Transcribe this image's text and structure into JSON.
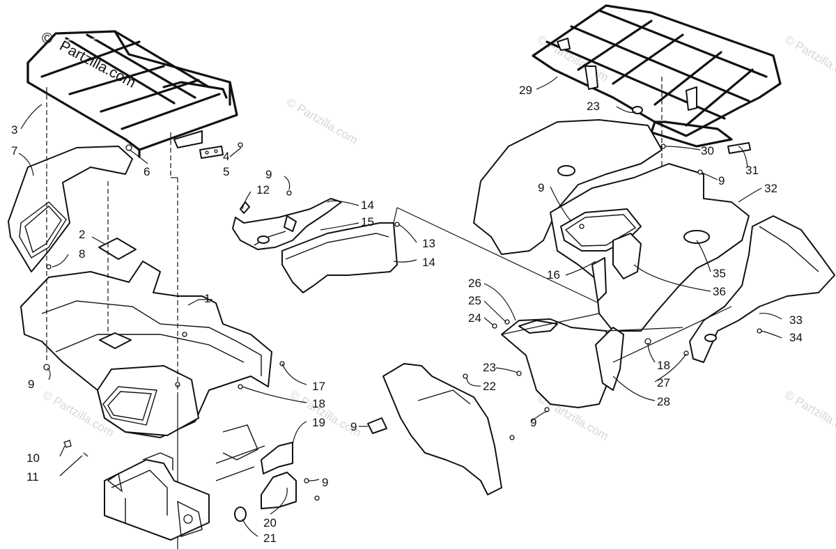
{
  "brand": {
    "copyright_symbol": "©",
    "name": "Partzilla.com"
  },
  "watermark_text": "© Partzilla.com",
  "callouts": {
    "c1": "1",
    "c2": "2",
    "c3": "3",
    "c4": "4",
    "c5": "5",
    "c6": "6",
    "c7": "7",
    "c8": "8",
    "c9a": "9",
    "c9b": "9",
    "c9c": "9",
    "c9d": "9",
    "c9e": "9",
    "c9f": "9",
    "c9g": "9",
    "c10": "10",
    "c11": "11",
    "c12": "12",
    "c13": "13",
    "c14a": "14",
    "c14b": "14",
    "c15": "15",
    "c16": "16",
    "c17": "17",
    "c18a": "18",
    "c18b": "18",
    "c19": "19",
    "c20": "20",
    "c21": "21",
    "c22": "22",
    "c23a": "23",
    "c23b": "23",
    "c24": "24",
    "c25": "25",
    "c26": "26",
    "c27": "27",
    "c28": "28",
    "c29": "29",
    "c30": "30",
    "c31": "31",
    "c32": "32",
    "c33": "33",
    "c34": "34",
    "c35": "35",
    "c36": "36"
  },
  "colors": {
    "line": "#111111",
    "background": "#ffffff",
    "watermark": "#d6d6d6"
  }
}
